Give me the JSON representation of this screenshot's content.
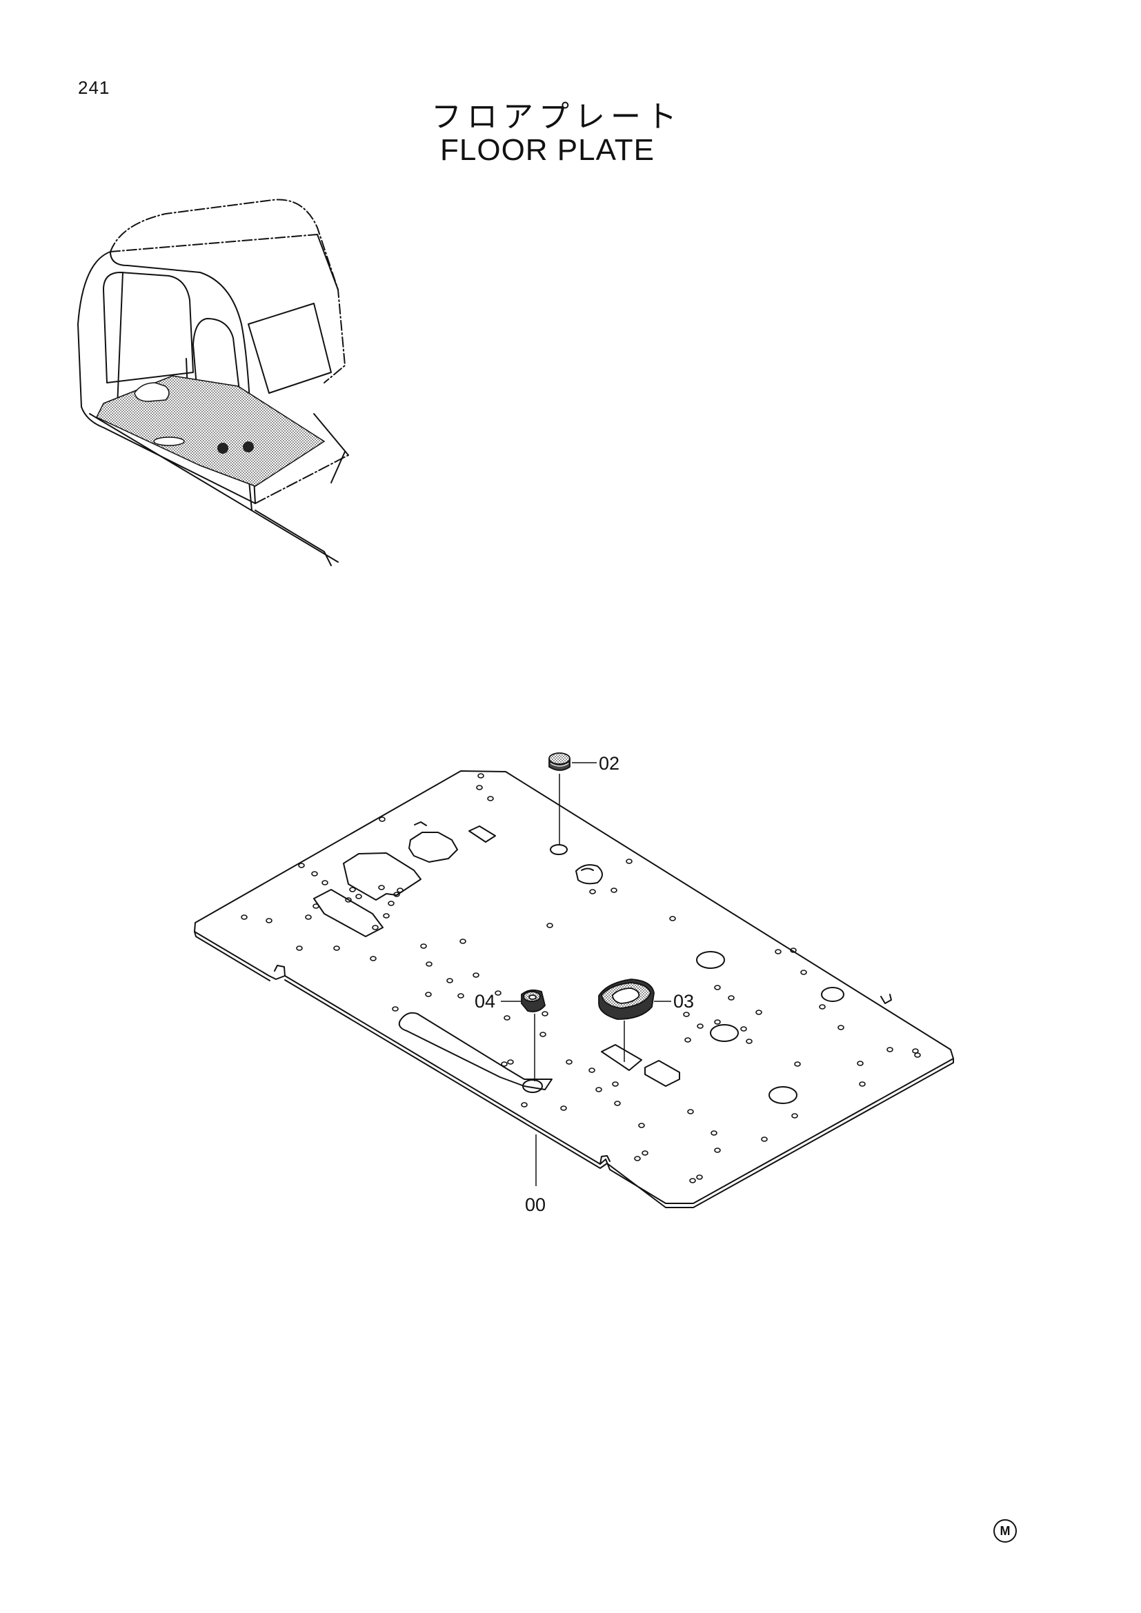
{
  "page": {
    "number": "241",
    "mark": "M"
  },
  "title": {
    "japanese": "フロアプレート",
    "english": "FLOOR PLATE"
  },
  "callouts": [
    "00",
    "02",
    "03",
    "04"
  ],
  "colors": {
    "ink": "#111111",
    "background": "#ffffff",
    "hatch": "#555555"
  }
}
